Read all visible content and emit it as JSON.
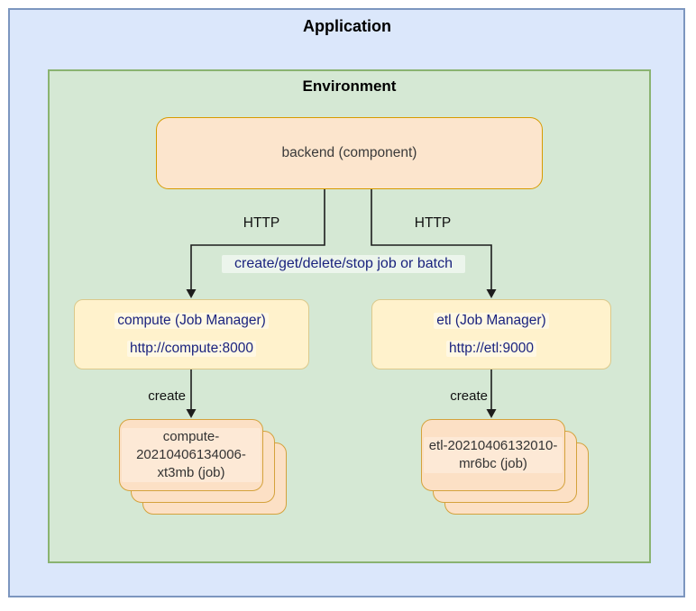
{
  "application": {
    "title": "Application"
  },
  "environment": {
    "title": "Environment"
  },
  "backend": {
    "label": "backend (component)"
  },
  "edges": {
    "http_left": "HTTP",
    "http_right": "HTTP",
    "action_label": "create/get/delete/stop job or batch",
    "create_left": "create",
    "create_right": "create"
  },
  "managers": [
    {
      "name": "compute (Job Manager)",
      "url": "http://compute:8000"
    },
    {
      "name": "etl (Job Manager)",
      "url": "http://etl:9000"
    }
  ],
  "jobs": [
    {
      "label": "compute-20210406134006-xt3mb (job)"
    },
    {
      "label": "etl-20210406132010-mr6bc (job)"
    }
  ],
  "colors": {
    "application_fill": "#dbe7fb",
    "application_border": "#7c96bf",
    "environment_fill": "#d5e8d4",
    "environment_border": "#8ab371",
    "component_fill": "#fce5cd",
    "component_border": "#d79b00",
    "manager_fill": "#fff2cc",
    "manager_border": "#dbc98b",
    "job_fill": "#fce0c5",
    "job_border": "#d4a23c",
    "link_text": "#1a237e",
    "edge_color": "#1d1d1d"
  }
}
